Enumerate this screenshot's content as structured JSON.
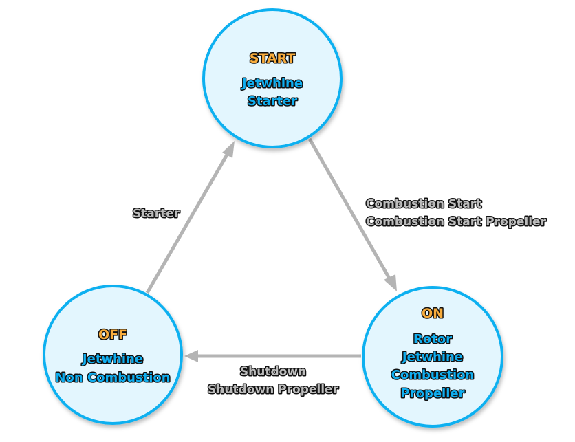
{
  "colors": {
    "node_fill": "#e3f6fe",
    "node_stroke": "#10b0f0",
    "state_title": "#f8ac3c",
    "state_text": "#10aef0",
    "edge": "#b4b4b4",
    "edge_label": "#bdbdbd"
  },
  "states": [
    {
      "id": "start",
      "title": "START",
      "lines": [
        "Jetwhine",
        "Starter"
      ]
    },
    {
      "id": "on",
      "title": "ON",
      "lines": [
        "Rotor",
        "Jetwhine",
        "Combustion",
        "Propeller"
      ]
    },
    {
      "id": "off",
      "title": "OFF",
      "lines": [
        "Jetwhine",
        "Non Combustion"
      ]
    }
  ],
  "transitions": [
    {
      "from": "off",
      "to": "start",
      "labels": [
        "Starter"
      ]
    },
    {
      "from": "start",
      "to": "on",
      "labels": [
        "Combustion Start",
        "Combustion Start Propeller"
      ]
    },
    {
      "from": "on",
      "to": "off",
      "labels": [
        "Shutdown",
        "Shutdown Propeller"
      ]
    }
  ]
}
